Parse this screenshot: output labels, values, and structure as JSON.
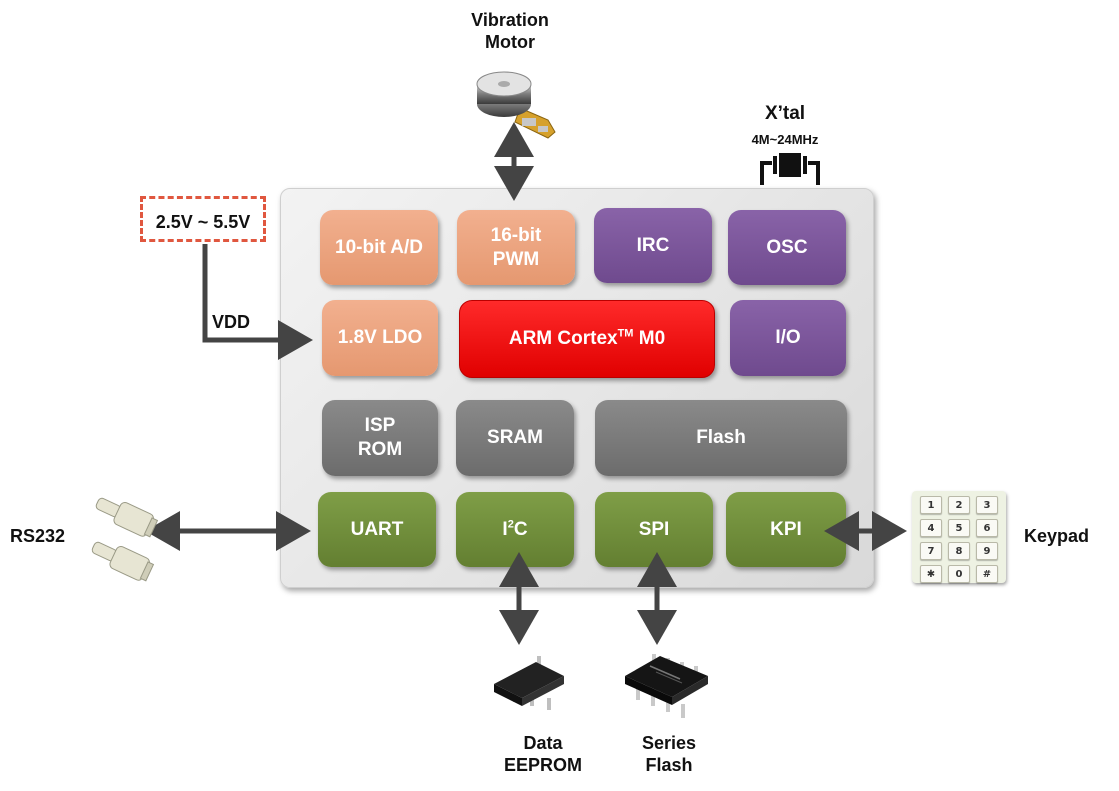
{
  "external": {
    "vibration_motor": "Vibration\nMotor",
    "xtal_title": "X’tal",
    "xtal_freq": "4M~24MHz",
    "voltage": "2.5V ~ 5.5V",
    "vdd": "VDD",
    "rs232": "RS232",
    "keypad": "Keypad",
    "data_eeprom": "Data\nEEPROM",
    "series_flash": "Series\nFlash"
  },
  "blocks": {
    "ad": "10-bit A/D",
    "pwm": "16-bit\nPWM",
    "irc": "IRC",
    "osc": "OSC",
    "ldo": "1.8V LDO",
    "arm_prefix": "ARM  Cortex",
    "arm_tm": "TM",
    "arm_suffix": " M0",
    "io": "I/O",
    "isp_rom": "ISP\nROM",
    "sram": "SRAM",
    "flash": "Flash",
    "uart": "UART",
    "i2c_i": "I",
    "i2c_sup": "2",
    "i2c_c": "C",
    "spi": "SPI",
    "kpi": "KPI"
  },
  "keypad_keys": [
    "1",
    "2",
    "3",
    "4",
    "5",
    "6",
    "7",
    "8",
    "9",
    "✱",
    "0",
    "#"
  ],
  "colors": {
    "peach": "#e9a07a",
    "purple": "#7a559a",
    "gray": "#7a7a7a",
    "green": "#6f8c3a",
    "red": "#ff0000",
    "dashed_box": "#e0573f",
    "arrow": "#444444"
  }
}
